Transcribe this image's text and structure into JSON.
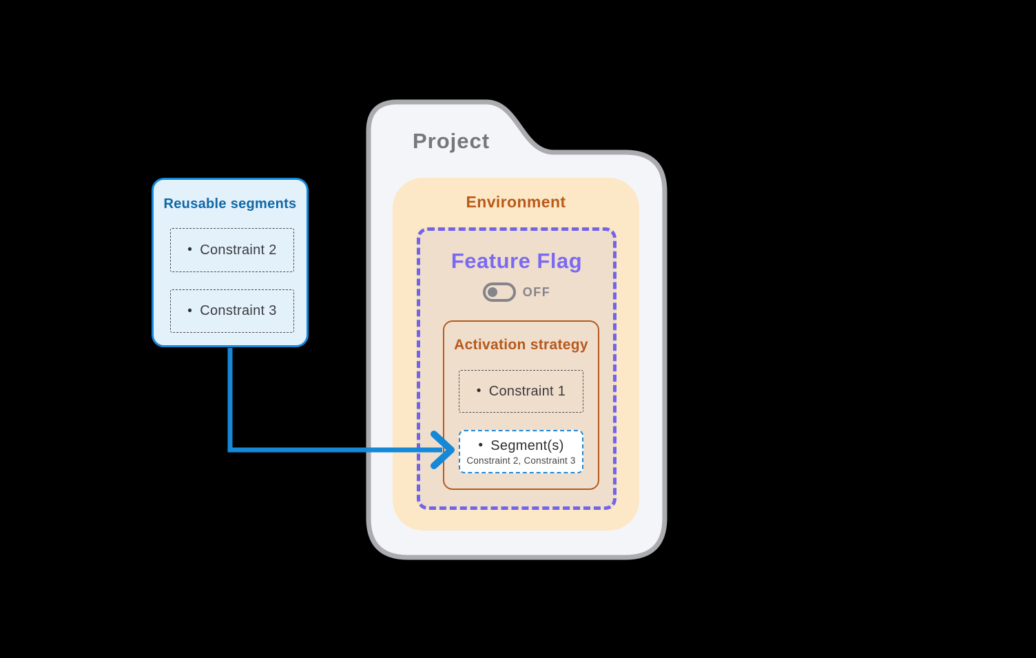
{
  "project": {
    "title": "Project"
  },
  "environment": {
    "title": "Environment"
  },
  "feature_flag": {
    "title": "Feature Flag",
    "toggle_state": "OFF"
  },
  "activation_strategy": {
    "title": "Activation strategy",
    "constraint": {
      "bullet": "•",
      "label": "Constraint 1"
    },
    "segments": {
      "bullet": "•",
      "label": "Segment(s)",
      "detail": "Constraint 2, Constraint 3"
    }
  },
  "reusable_segments": {
    "title": "Reusable segments",
    "items": [
      {
        "bullet": "•",
        "label": "Constraint 2"
      },
      {
        "bullet": "•",
        "label": "Constraint 3"
      }
    ]
  },
  "colors": {
    "background": "#000000",
    "folder_fill": "#F4F5F8",
    "folder_border": "#ACACB0",
    "project_text": "#76767B",
    "environment_fill": "#FCE8C7",
    "environment_text": "#B95A19",
    "flag_fill": "#F0DECC",
    "flag_border": "#7165E6",
    "flag_text": "#7A6AF2",
    "toggle_gray": "#84848A",
    "strategy_border": "#B35A1E",
    "strategy_text": "#B5591B",
    "constraint_dash": "#4A4A4F",
    "constraint_text": "#3A3A3F",
    "segment_box_fill": "#FFFFFF",
    "segment_border": "#1F87D5",
    "reusable_fill": "#E3F1FB",
    "reusable_border": "#1588D8",
    "reusable_title": "#0E67A5",
    "arrow": "#1588D8"
  }
}
